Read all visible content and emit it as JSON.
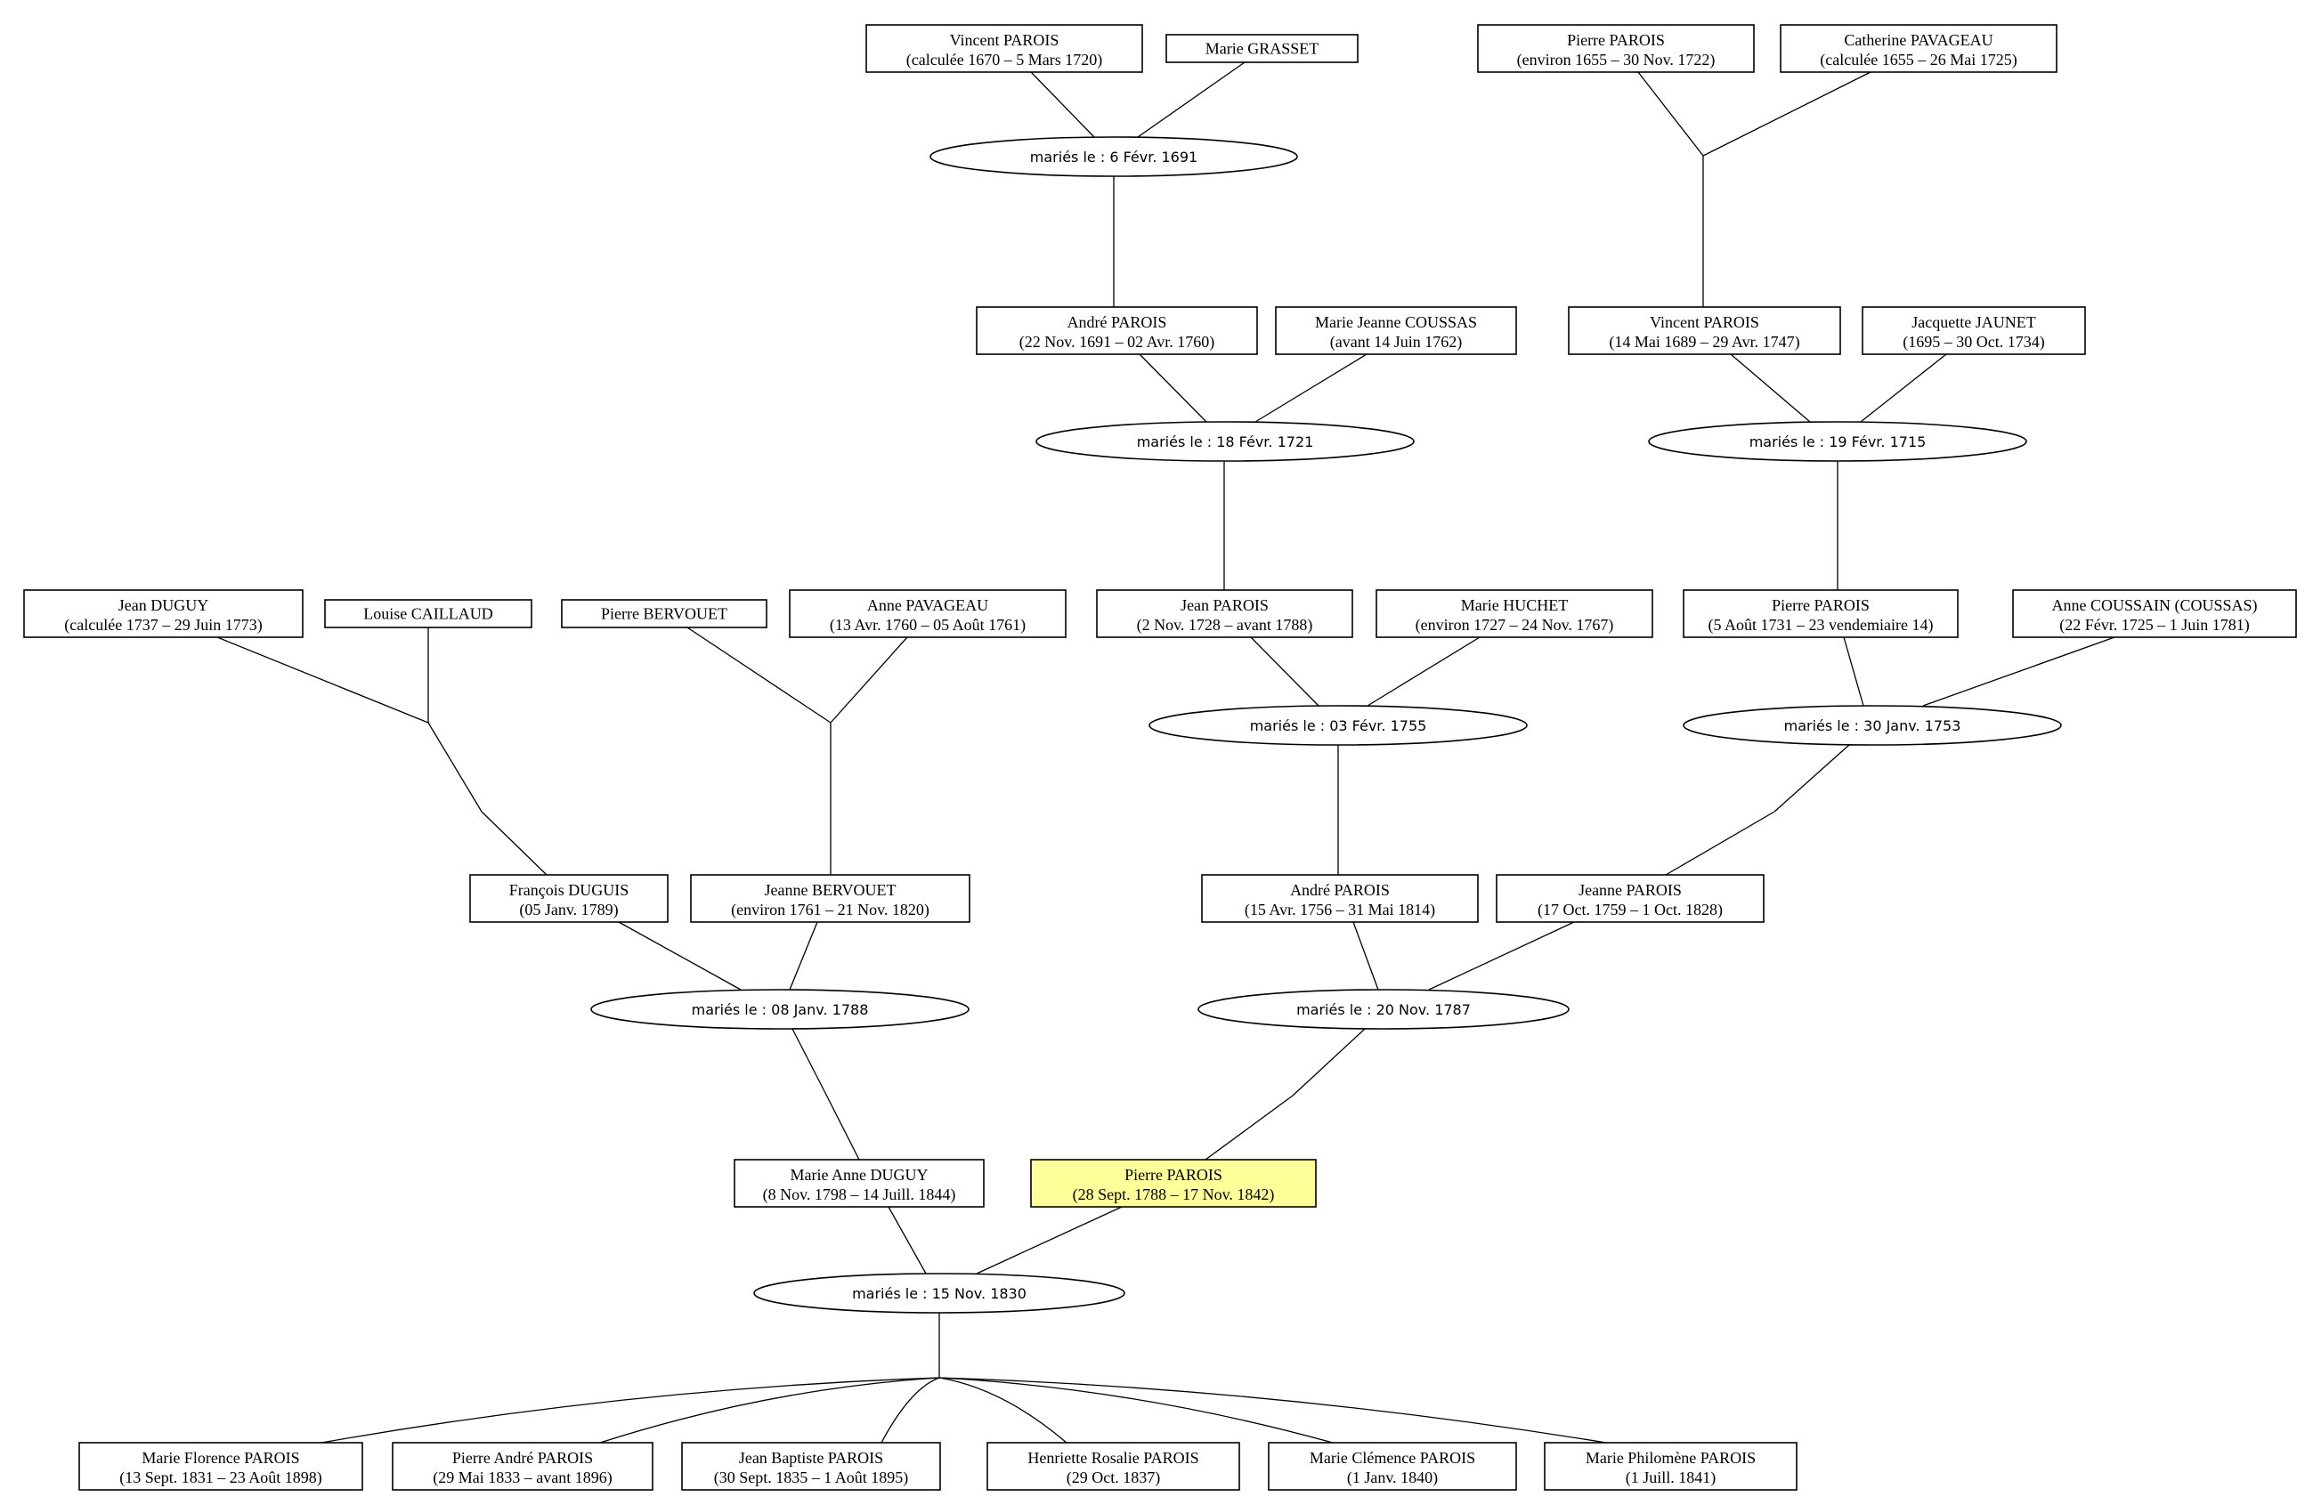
{
  "highlight_color": "#ffff99",
  "people": [
    {
      "id": "vincent1",
      "name": "Vincent PAROIS",
      "dates": "(calculée 1670 – 5 Mars 1720)"
    },
    {
      "id": "grasset",
      "name": "Marie GRASSET",
      "dates": ""
    },
    {
      "id": "pierre1",
      "name": "Pierre PAROIS",
      "dates": "(environ 1655 – 30 Nov. 1722)"
    },
    {
      "id": "catherine",
      "name": "Catherine PAVAGEAU",
      "dates": "(calculée 1655 – 26 Mai 1725)"
    },
    {
      "id": "andre1",
      "name": "André PAROIS",
      "dates": "(22 Nov. 1691 – 02 Avr. 1760)"
    },
    {
      "id": "mjcoussas",
      "name": "Marie Jeanne COUSSAS",
      "dates": "(avant 14 Juin 1762)"
    },
    {
      "id": "vincent2",
      "name": "Vincent PAROIS",
      "dates": "(14 Mai 1689 – 29 Avr. 1747)"
    },
    {
      "id": "jaunet",
      "name": "Jacquette JAUNET",
      "dates": "(1695 – 30 Oct. 1734)"
    },
    {
      "id": "jduguy",
      "name": "Jean DUGUY",
      "dates": "(calculée 1737 – 29 Juin 1773)"
    },
    {
      "id": "caillaud",
      "name": "Louise CAILLAUD",
      "dates": ""
    },
    {
      "id": "pbervouet",
      "name": "Pierre BERVOUET",
      "dates": ""
    },
    {
      "id": "apavageau",
      "name": "Anne PAVAGEAU",
      "dates": "(13 Avr. 1760 – 05 Août 1761)"
    },
    {
      "id": "jean",
      "name": "Jean PAROIS",
      "dates": "(2 Nov. 1728 – avant 1788)"
    },
    {
      "id": "huchet",
      "name": "Marie HUCHET",
      "dates": "(environ 1727 – 24 Nov. 1767)"
    },
    {
      "id": "pierre2",
      "name": "Pierre PAROIS",
      "dates": "(5 Août 1731 – 23 vendemiaire 14)"
    },
    {
      "id": "acoussain",
      "name": "Anne COUSSAIN (COUSSAS)",
      "dates": "(22 Févr. 1725 – 1 Juin 1781)"
    },
    {
      "id": "fduguis",
      "name": "François DUGUIS",
      "dates": "(05 Janv. 1789)"
    },
    {
      "id": "jbervouet",
      "name": "Jeanne BERVOUET",
      "dates": "(environ 1761 – 21 Nov. 1820)"
    },
    {
      "id": "andre2",
      "name": "André PAROIS",
      "dates": "(15 Avr. 1756 – 31 Mai 1814)"
    },
    {
      "id": "jeanne",
      "name": "Jeanne PAROIS",
      "dates": "(17 Oct. 1759 – 1 Oct. 1828)"
    },
    {
      "id": "maduguy",
      "name": "Marie Anne DUGUY",
      "dates": "(8 Nov. 1798 – 14 Juill. 1844)"
    },
    {
      "id": "pierre3",
      "name": "Pierre PAROIS",
      "dates": "(28 Sept. 1788 – 17 Nov. 1842)",
      "highlight": true
    },
    {
      "id": "c1",
      "name": "Marie Florence PAROIS",
      "dates": "(13 Sept. 1831 – 23 Août 1898)"
    },
    {
      "id": "c2",
      "name": "Pierre André PAROIS",
      "dates": "(29 Mai 1833 – avant 1896)"
    },
    {
      "id": "c3",
      "name": "Jean Baptiste PAROIS",
      "dates": "(30 Sept. 1835 – 1 Août 1895)"
    },
    {
      "id": "c4",
      "name": "Henriette Rosalie PAROIS",
      "dates": "(29 Oct. 1837)"
    },
    {
      "id": "c5",
      "name": "Marie Clémence PAROIS",
      "dates": "(1 Janv. 1840)"
    },
    {
      "id": "c6",
      "name": "Marie Philomène PAROIS",
      "dates": "(1 Juill. 1841)"
    }
  ],
  "marriages": [
    {
      "id": "m1691",
      "label": "mariés le : 6 Févr. 1691"
    },
    {
      "id": "m1721",
      "label": "mariés le : 18 Févr. 1721"
    },
    {
      "id": "m1715",
      "label": "mariés le : 19 Févr. 1715"
    },
    {
      "id": "m1755",
      "label": "mariés le : 03 Févr. 1755"
    },
    {
      "id": "m1753",
      "label": "mariés le : 30 Janv. 1753"
    },
    {
      "id": "m1788",
      "label": "mariés le : 08 Janv. 1788"
    },
    {
      "id": "m1787",
      "label": "mariés le : 20 Nov. 1787"
    },
    {
      "id": "m1830",
      "label": "mariés le : 15 Nov. 1830"
    }
  ]
}
